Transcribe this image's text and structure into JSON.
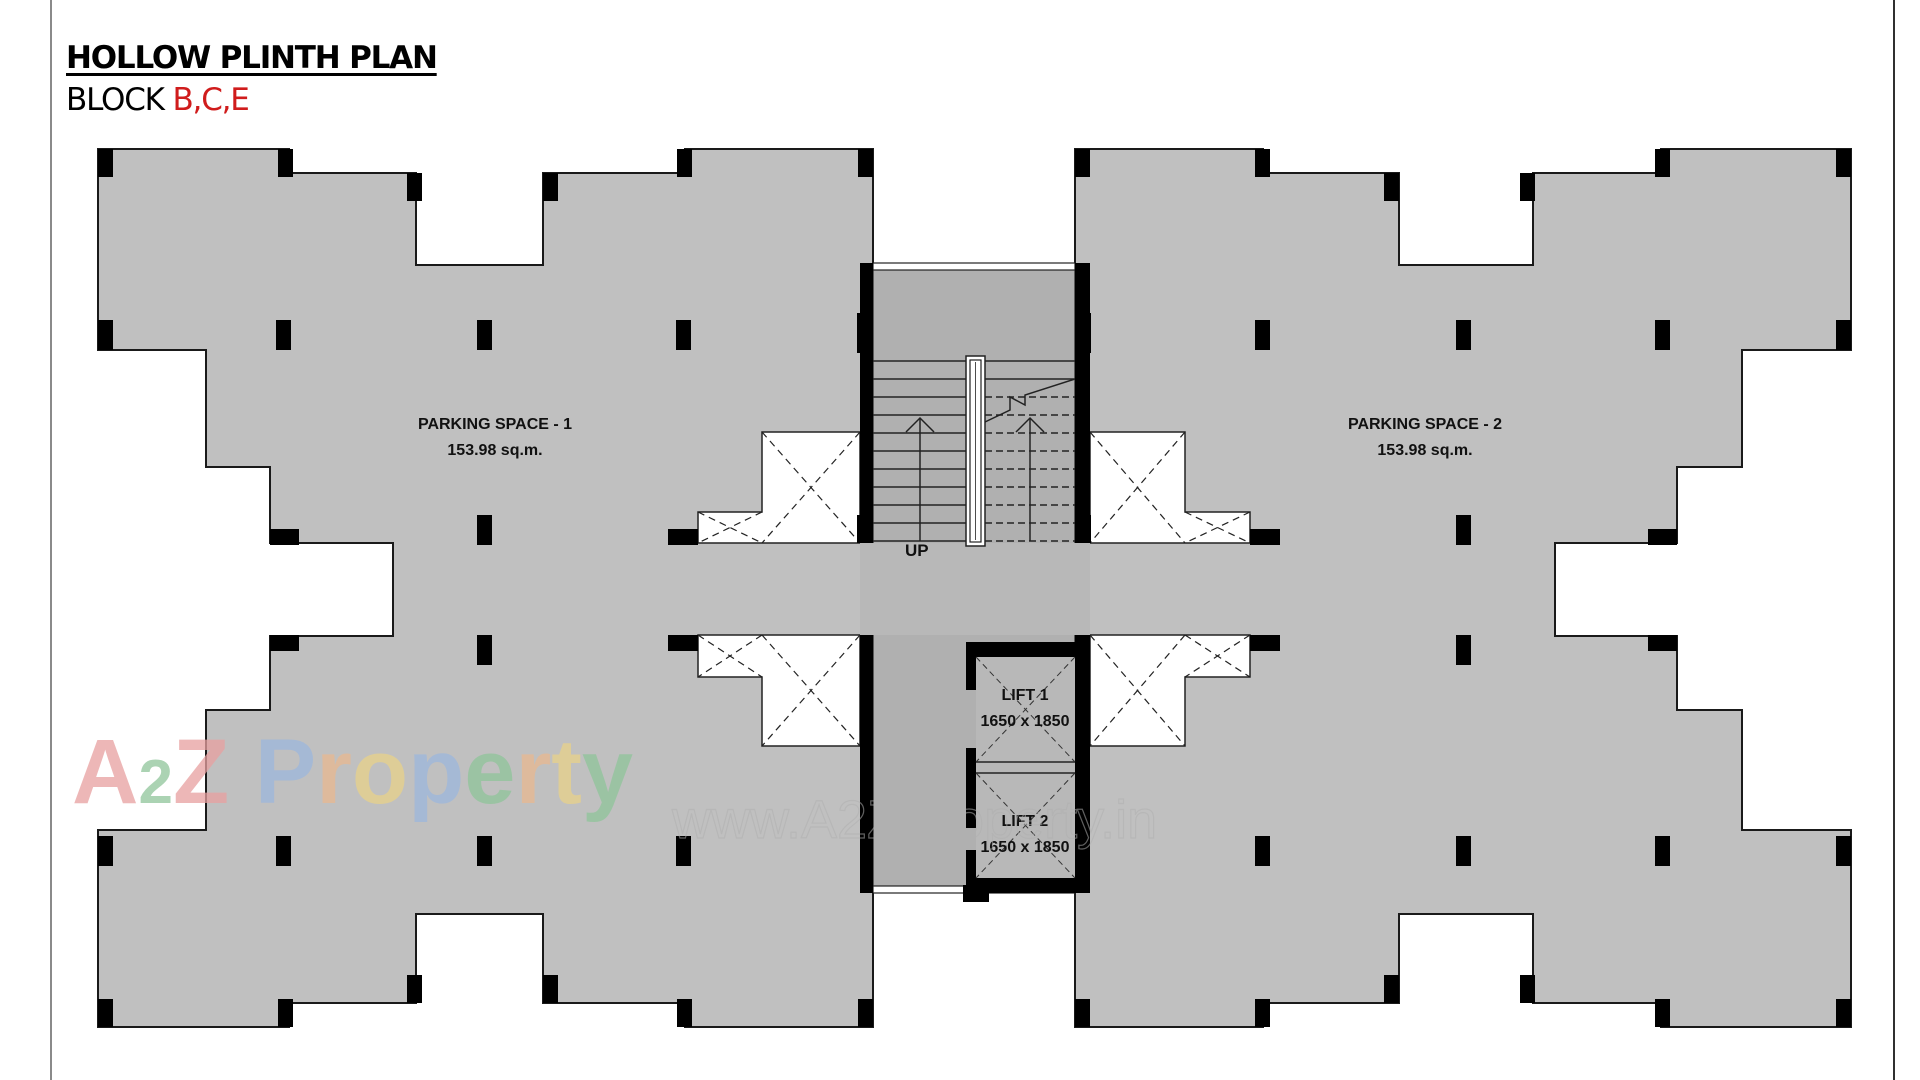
{
  "header": {
    "title": "HOLLOW PLINTH PLAN",
    "subtitle_prefix": "BLOCK",
    "subtitle_blocks": "B,C,E"
  },
  "colors": {
    "floor": "#c0c0c0",
    "core": "#b0b0b0",
    "column": "#000000",
    "open": "#ffffff",
    "accent_red": "#d01c1c"
  },
  "spaces": [
    {
      "name": "PARKING SPACE - 1",
      "area": "153.98 sq.m."
    },
    {
      "name": "PARKING SPACE - 2",
      "area": "153.98 sq.m."
    }
  ],
  "core": {
    "stair_label": "UP",
    "lifts": [
      {
        "name": "LIFT 1",
        "size": "1650 x 1850"
      },
      {
        "name": "LIFT 2",
        "size": "1650 x 1850"
      }
    ]
  },
  "watermark": {
    "brand_parts": [
      "A",
      "2",
      "Z",
      " ",
      "P",
      "r",
      "o",
      "p",
      "e",
      "r",
      "t",
      "y"
    ],
    "brand_colors": [
      "#e8a0a0",
      "#8fc59a",
      "#e8a0a0",
      "",
      "#9db7dc",
      "#e8b890",
      "#e8d28a",
      "#9db7dc",
      "#8fc59a",
      "#e8b890",
      "#e8d28a",
      "#8fc59a"
    ],
    "url": "www.A2ZProperty.in"
  }
}
